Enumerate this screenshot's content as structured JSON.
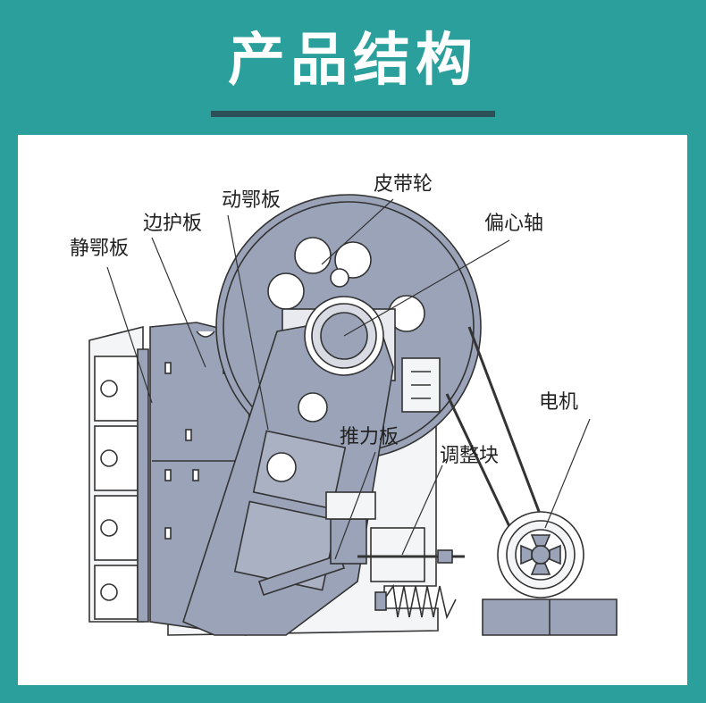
{
  "header": {
    "title": "产品结构"
  },
  "labels": {
    "static_jaw_plate": "静鄂板",
    "side_guard_plate": "边护板",
    "moving_jaw_plate": "动鄂板",
    "belt_pulley": "皮带轮",
    "eccentric_shaft": "偏心轴",
    "motor": "电机",
    "toggle_plate": "推力板",
    "adjusting_block": "调整块"
  },
  "colors": {
    "background": "#2a9f9b",
    "title": "#ffffff",
    "underline": "#2d4f57",
    "panel": "#ffffff",
    "machine_fill": "#9ba3b8",
    "outline": "#333333"
  }
}
